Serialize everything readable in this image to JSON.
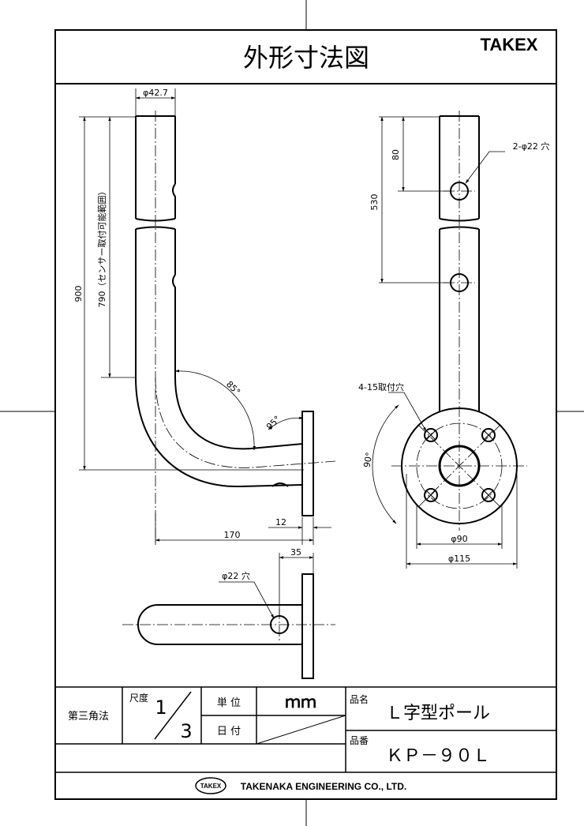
{
  "title": "外形寸法図",
  "brand": "TAKEX",
  "dims": {
    "pipe_dia": "φ42.7",
    "h900": "900",
    "h790": "790（センサー取付可能範囲）",
    "angle85": "85°",
    "angle95": "95°",
    "w170": "170",
    "w12": "12",
    "w35": "35",
    "hole22_side": "φ22 穴",
    "holes_2x22": "2-φ22 穴",
    "d80": "80",
    "d530": "530",
    "mount_holes": "4-15取付穴",
    "angle90": "90°",
    "d90": "φ90",
    "d115": "φ115"
  },
  "titleblock": {
    "projection": "第三角法",
    "scale_label": "尺度",
    "scale_num": "1",
    "scale_den": "3",
    "unit_label": "単 位",
    "unit_value": "ｍｍ",
    "date_label": "日 付",
    "product_name_label": "品名",
    "product_name": "Ｌ字型ポール",
    "product_no_label": "品番",
    "product_no": "ＫＰ－９０Ｌ",
    "company_logo": "TAKEX",
    "company": "TAKENAKA ENGINEERING CO., LTD."
  }
}
